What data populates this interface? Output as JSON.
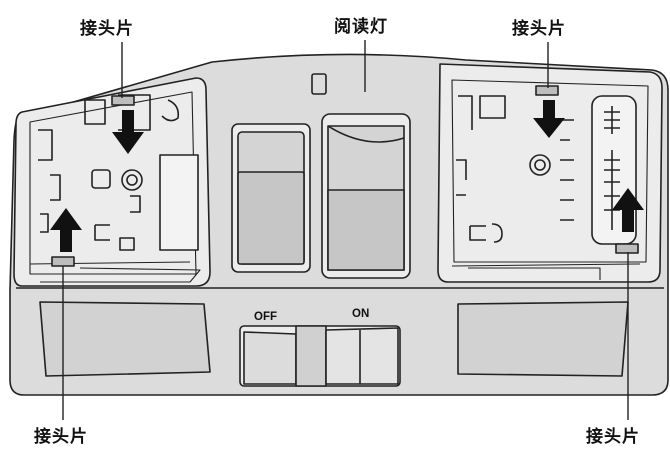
{
  "labels": {
    "tab_top_left": "接头片",
    "reading_lamp": "阅读灯",
    "tab_top_right": "接头片",
    "tab_bottom_left": "接头片",
    "tab_bottom_right": "接头片"
  },
  "switch": {
    "off_label": "OFF",
    "on_label": "ON"
  },
  "colors": {
    "line": "#222222",
    "body_fill": "#d9d9d9",
    "panel_fill": "#ececec",
    "dark_fill": "#bdbdbd",
    "arrow": "#111111"
  },
  "icons": [
    "arrow-down-icon",
    "arrow-up-icon"
  ]
}
